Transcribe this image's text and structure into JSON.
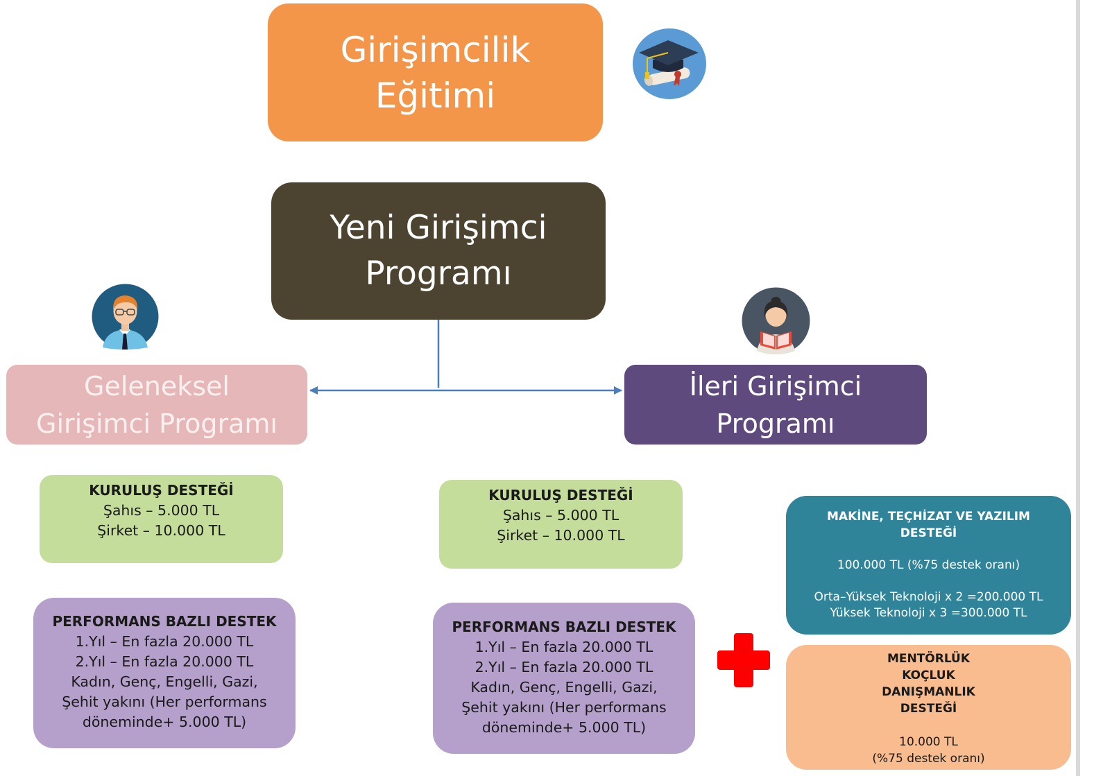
{
  "top": {
    "education_title": [
      "Girişimcilik",
      "Eğitimi"
    ],
    "program_title": [
      "Yeni Girişimci",
      "Programı"
    ]
  },
  "branches": {
    "traditional": {
      "title": [
        "Geleneksel",
        "Girişimci Programı"
      ],
      "kurulus": {
        "heading": "KURULUŞ DESTEĞİ",
        "lines": [
          "Şahıs – 5.000 TL",
          "Şirket – 10.000 TL"
        ]
      },
      "performance": {
        "heading": "PERFORMANS BAZLI DESTEK",
        "lines": [
          "1.Yıl –  En fazla 20.000 TL",
          "2.Yıl –  En fazla 20.000 TL",
          "Kadın, Genç, Engelli, Gazi,",
          "Şehit yakını (Her performans",
          "döneminde+ 5.000 TL)"
        ]
      }
    },
    "advanced": {
      "title": [
        "İleri Girişimci",
        "Programı"
      ],
      "kurulus": {
        "heading": "KURULUŞ DESTEĞİ",
        "lines": [
          "Şahıs – 5.000 TL",
          "Şirket – 10.000 TL"
        ]
      },
      "performance": {
        "heading": "PERFORMANS BAZLI DESTEK",
        "lines": [
          "1.Yıl –  En fazla 20.000 TL",
          "2.Yıl –  En fazla 20.000 TL",
          "Kadın, Genç, Engelli, Gazi,",
          "Şehit yakını (Her performans",
          "döneminde+ 5.000 TL)"
        ]
      },
      "machine": {
        "heading": [
          "MAKİNE, TEÇHİZAT VE YAZILIM",
          "DESTEĞİ"
        ],
        "amount": "100.000 TL (%75 destek oranı)",
        "tech": [
          "Orta–Yüksek Teknoloji x 2 =200.000 TL",
          "Yüksek Teknoloji x 3 =300.000 TL"
        ]
      },
      "mentoring": {
        "heading": [
          "MENTÖRLÜK",
          "KOÇLUK",
          "DANIŞMANLIK",
          "DESTEĞİ"
        ],
        "amount": [
          "10.000 TL",
          "(%75 destek oranı)"
        ]
      }
    }
  },
  "colors": {
    "education": "#F39649",
    "program": "#4C4430",
    "traditional": "#E6B7B8",
    "advanced": "#5F4A7D",
    "kurulus": "#C5DD9B",
    "performance": "#B4A0CB",
    "machine": "#2F8499",
    "mentoring": "#F9BC8F",
    "connector": "#4A7EBB",
    "plus": "#FF0000"
  },
  "icons": {
    "education": "graduation-cap-diploma-icon",
    "traditional": "businessman-avatar-icon",
    "advanced": "woman-reading-avatar-icon",
    "plus": "plus-icon"
  }
}
